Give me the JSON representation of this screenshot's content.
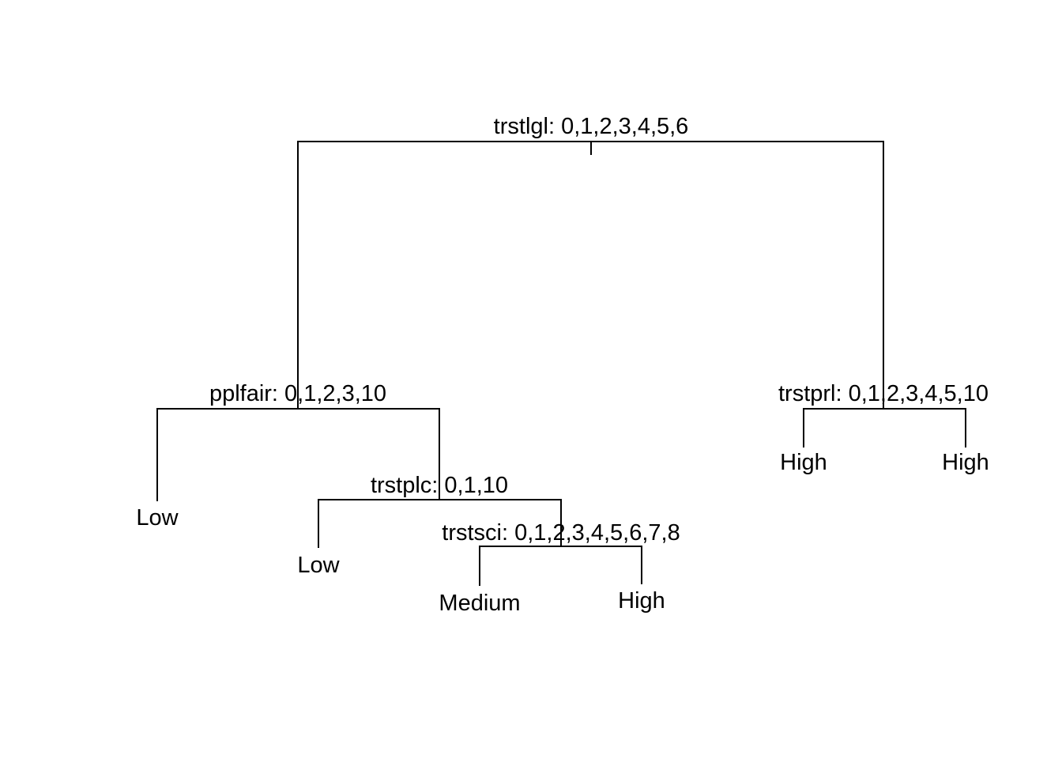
{
  "tree": {
    "nodes": [
      {
        "id": "n1",
        "split": "trstlgl: 0,1,2,3,4,5,6",
        "yes": "n2",
        "no": "n3"
      },
      {
        "id": "n2",
        "split": "pplfair: 0,1,2,3,10",
        "yes": "l1",
        "no": "n4"
      },
      {
        "id": "n4",
        "split": "trstplc: 0,1,10",
        "yes": "l2",
        "no": "n5"
      },
      {
        "id": "n5",
        "split": "trstsci: 0,1,2,3,4,5,6,7,8",
        "yes": "l3",
        "no": "l4"
      },
      {
        "id": "n3",
        "split": "trstprl: 0,1,2,3,4,5,10",
        "yes": "l5",
        "no": "l6"
      }
    ],
    "leaves": [
      {
        "id": "l1",
        "label": "Low"
      },
      {
        "id": "l2",
        "label": "Low"
      },
      {
        "id": "l3",
        "label": "Medium"
      },
      {
        "id": "l4",
        "label": "High"
      },
      {
        "id": "l5",
        "label": "High"
      },
      {
        "id": "l6",
        "label": "High"
      }
    ]
  }
}
